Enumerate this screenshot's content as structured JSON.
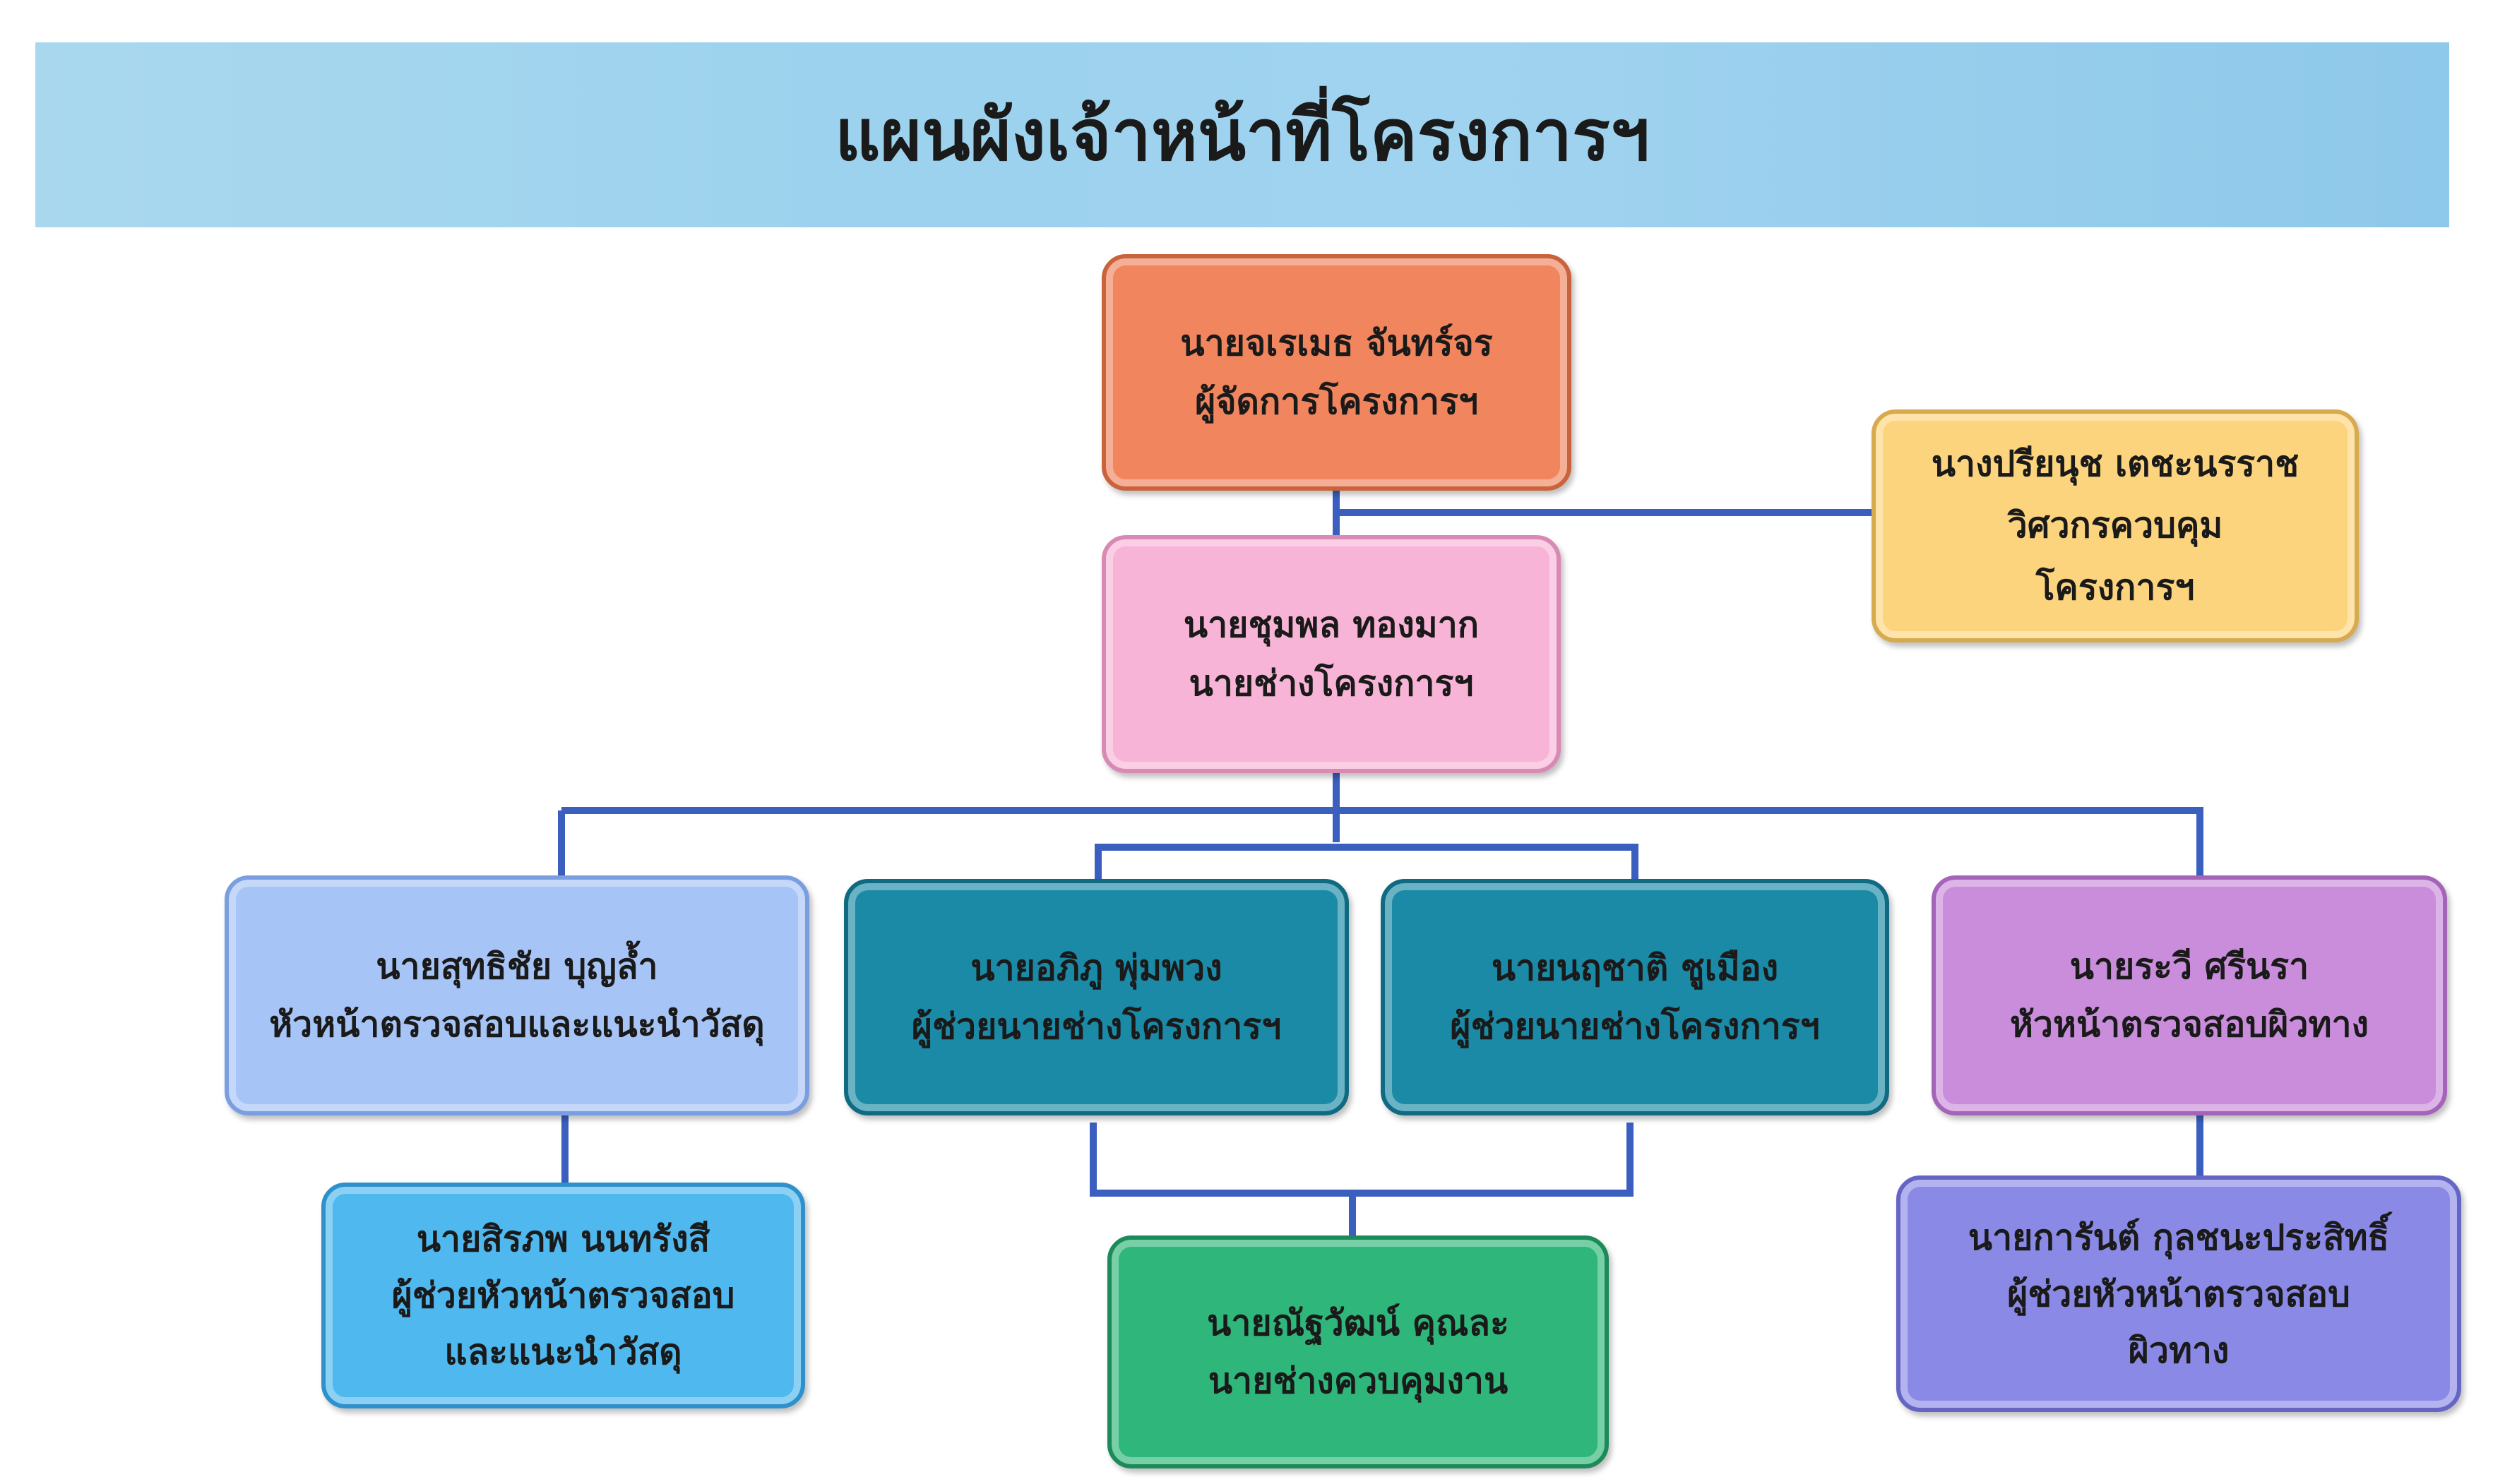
{
  "title": "แผนผังเจ้าหน้าที่โครงการฯ",
  "nodes": {
    "manager": {
      "lines": [
        "นายจเรเมธ  จันทร์จร",
        "ผู้จัดการโครงการฯ"
      ],
      "color": "#f0855e",
      "border": "#c9633e"
    },
    "control": {
      "lines": [
        "นางปรียนุช เตชะนรราช",
        "วิศวกรควบคุม",
        "โครงการฯ"
      ],
      "color": "#fdd47e",
      "border": "#d8aa4e"
    },
    "engineer": {
      "lines": [
        "นายชุมพล  ทองมาก",
        "นายช่างโครงการฯ"
      ],
      "color": "#f8b4d6",
      "border": "#d98ab4"
    },
    "materials": {
      "lines": [
        "นายสุทธิชัย  บุญล้ำ",
        "หัวหน้าตรวจสอบและแนะนำวัสดุ"
      ],
      "color": "#a7c4f6",
      "border": "#7a9ee0"
    },
    "asst1": {
      "lines": [
        "นายอภิภู พุ่มพวง",
        "ผู้ช่วยนายช่างโครงการฯ"
      ],
      "color": "#1b8aa6",
      "border": "#0f6a82"
    },
    "asst2": {
      "lines": [
        "นายนฤชาติ  ชูเมือง",
        "ผู้ช่วยนายช่างโครงการฯ"
      ],
      "color": "#1b8aa6",
      "border": "#0f6a82"
    },
    "surface": {
      "lines": [
        "นายระวี  ศรีนรา",
        "หัวหน้าตรวจสอบผิวทาง"
      ],
      "color": "#c98ddb",
      "border": "#a465b8"
    },
    "materials_asst": {
      "lines": [
        "นายสิรภพ นนทรังสี",
        "ผู้ช่วยหัวหน้าตรวจสอบ",
        "และแนะนำวัสดุ"
      ],
      "color": "#4fb8ef",
      "border": "#2e91cc"
    },
    "supervisor": {
      "lines": [
        "นายณัฐวัฒน์ คุณละ",
        "นายช่างควบคุมงาน"
      ],
      "color": "#2fb67a",
      "border": "#1d8a5a"
    },
    "surface_asst": {
      "lines": [
        "นายการันต์ กุลชนะประสิทธิ์",
        "ผู้ช่วยหัวหน้าตรวจสอบ",
        "ผิวทาง"
      ],
      "color": "#8a8ae6",
      "border": "#6565c4"
    }
  },
  "colors": {
    "connector": "#3a5fbf"
  }
}
